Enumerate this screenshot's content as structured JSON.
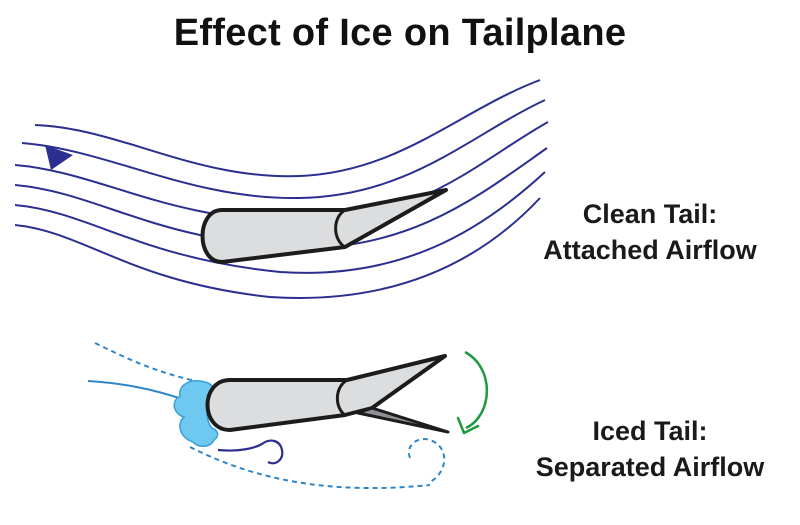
{
  "title": "Effect of Ice on Tailplane",
  "clean": {
    "line1": "Clean Tail:",
    "line2": "Attached Airflow"
  },
  "iced": {
    "line1": "Iced Tail:",
    "line2": "Separated Airflow"
  },
  "colors": {
    "streamline": "#2b2f8f",
    "ice": "#6ec8ef",
    "ice_stroke": "#3a9fd6",
    "separated_flow": "#2e86c8",
    "deflection_arrow": "#1f9a3e",
    "airfoil_fill": "#dcdddf",
    "elevator_deflected_fill": "#8e9094"
  }
}
